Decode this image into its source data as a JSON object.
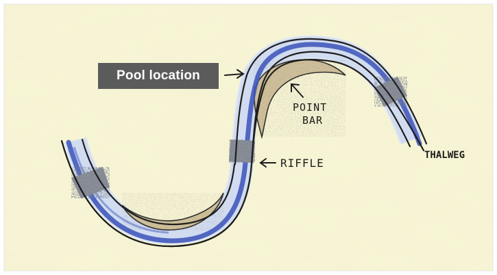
{
  "labels": {
    "pool_location": "Pool location",
    "point_bar_line1": "POINT",
    "point_bar_line2": "BAR",
    "riffle": "RIFFLE",
    "thalweg": "THALWEG"
  },
  "colors": {
    "background_wash": "#eeeab0",
    "water_light": "#dde6f3",
    "thalweg_blue": "#3b52b8",
    "bank_ink": "#1e1e1e",
    "point_bar_fill": "#cfc09a",
    "riffle_fill": "#8a8f98",
    "label_box": "#5b5b5b"
  },
  "icons": {
    "pool_arrow": "arrow-right-icon",
    "riffle_arrow": "arrow-left-icon",
    "point_bar_arrow": "arrow-up-left-icon"
  }
}
